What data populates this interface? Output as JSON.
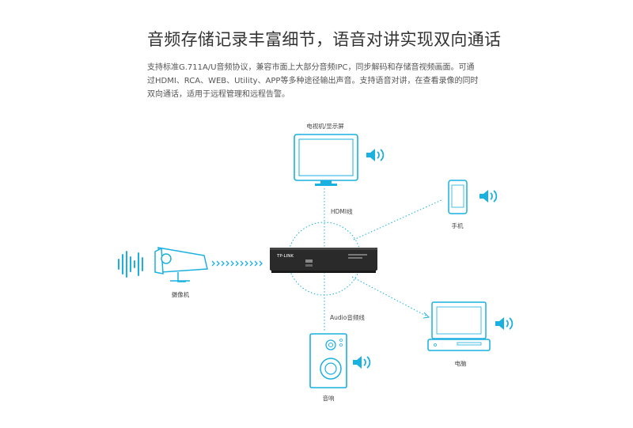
{
  "header": {
    "title": "音频存储记录丰富细节，语音对讲实现双向通话",
    "description": "支持标准G.711A/U音频协议，兼容市面上大部分音频IPC，同步解码和存储音视频画面。可通过HDMI、RCA、WEB、Utility、APP等多种途径输出声音。支持语音对讲，在查看录像的同时双向通话，适用于远程管理和远程告警。"
  },
  "diagram": {
    "tv_label": "电视机/显示屏",
    "hdmi_label": "HDMI线",
    "phone_label": "手机",
    "camera_label": "摄像机",
    "audio_cable_label": "Audio音频线",
    "pc_label": "电脑",
    "speaker_label": "音响",
    "nvr_brand": "TP-LINK",
    "colors": {
      "accent": "#1ab0e0",
      "device": "#2a2a2a"
    }
  }
}
